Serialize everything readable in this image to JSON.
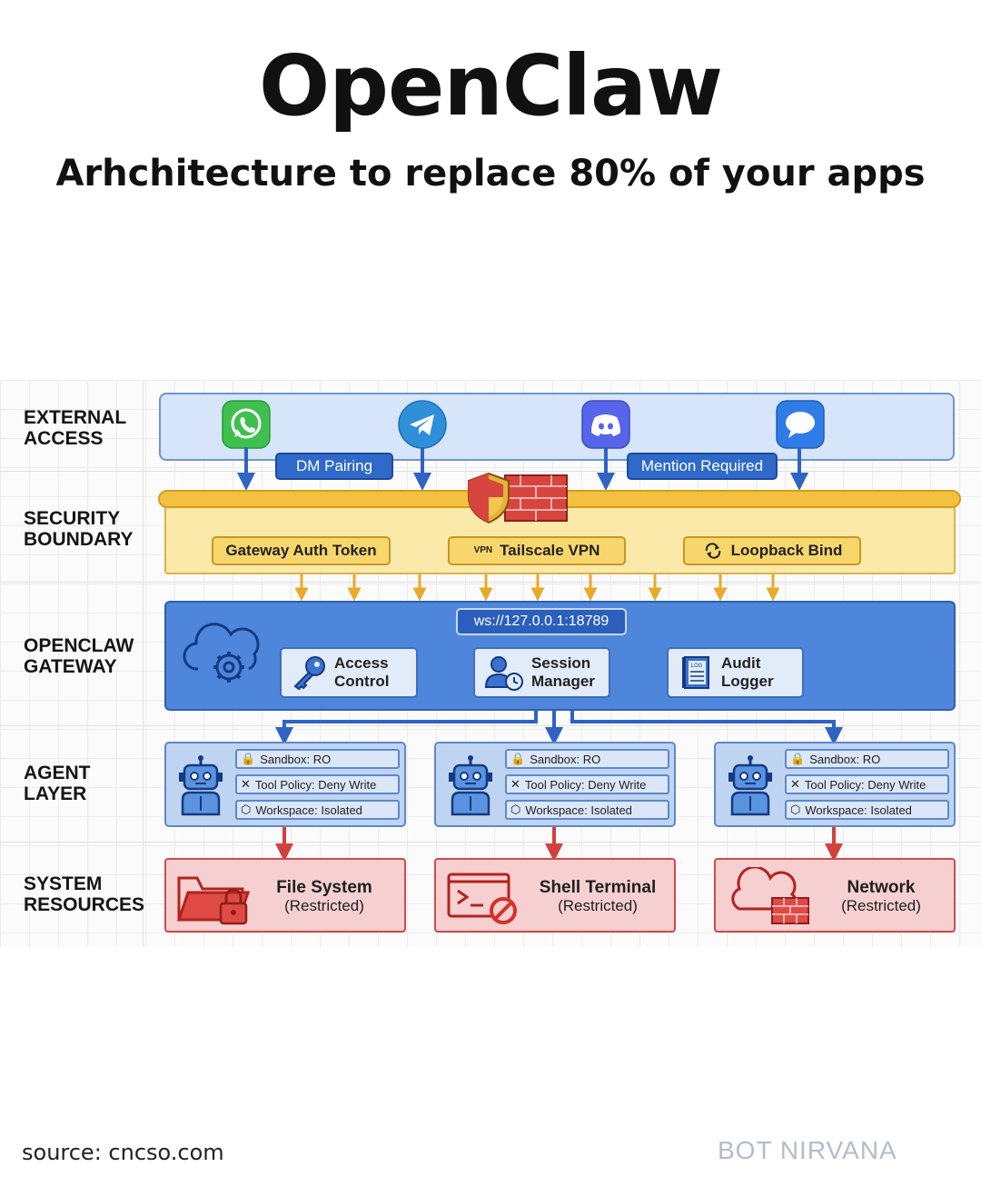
{
  "title": "OpenClaw",
  "subtitle": "Arhchitecture to replace 80% of your apps",
  "layers": {
    "external": "EXTERNAL\nACCESS",
    "security": "SECURITY\nBOUNDARY",
    "gateway": "OPENCLAW\nGATEWAY",
    "agent": "AGENT\nLAYER",
    "system": "SYSTEM\nRESOURCES"
  },
  "external_access": {
    "channels": [
      "whatsapp-icon",
      "telegram-icon",
      "discord-icon",
      "chat-bubble-icon"
    ],
    "dm_pairing": "DM Pairing",
    "mention_required": "Mention Required"
  },
  "security_boundary": {
    "gateway_auth_token": "Gateway Auth Token",
    "tailscale_vpn": "Tailscale VPN",
    "vpn_badge": "VPN",
    "loopback_bind": "Loopback Bind"
  },
  "gateway": {
    "ws_address": "ws://127.0.0.1:18789",
    "access_control": "Access\nControl",
    "session_manager": "Session\nManager",
    "audit_logger": "Audit\nLogger",
    "log_badge": "LOG"
  },
  "agents": [
    {
      "sandbox": "Sandbox: RO",
      "tool_policy": "Tool Policy: Deny Write",
      "workspace": "Workspace: Isolated"
    },
    {
      "sandbox": "Sandbox: RO",
      "tool_policy": "Tool Policy: Deny Write",
      "workspace": "Workspace: Isolated"
    },
    {
      "sandbox": "Sandbox: RO",
      "tool_policy": "Tool Policy: Deny Write",
      "workspace": "Workspace: Isolated"
    }
  ],
  "resources": [
    {
      "name": "File System",
      "status": "(Restricted)"
    },
    {
      "name": "Shell Terminal",
      "status": "(Restricted)"
    },
    {
      "name": "Network",
      "status": "(Restricted)"
    }
  ],
  "footer": {
    "source": "source: cncso.com",
    "brand": "BOT NIRVANA"
  },
  "colors": {
    "external_fill": "#d6e5fa",
    "security_fill": "#fbe9a9",
    "gateway_fill": "#4d86da",
    "agent_fill": "#bfd4f1",
    "resource_fill": "#f6cfd0",
    "arrow_blue": "#2f63c4",
    "arrow_yellow": "#e9a92a",
    "arrow_red": "#d2403f"
  }
}
